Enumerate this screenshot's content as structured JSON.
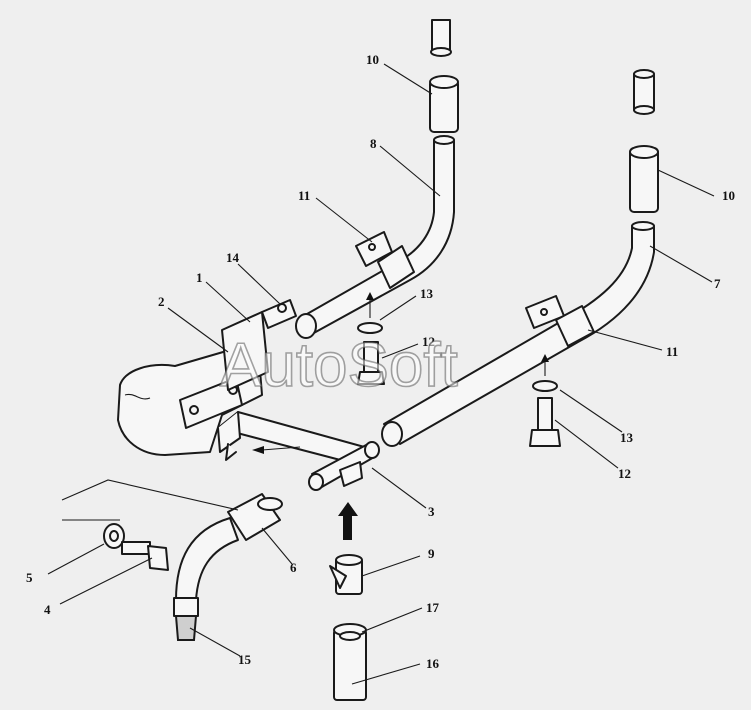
{
  "watermark": "AutoSoft",
  "callouts": [
    {
      "id": "c1",
      "text": "1"
    },
    {
      "id": "c2",
      "text": "2"
    },
    {
      "id": "c3",
      "text": "3"
    },
    {
      "id": "c4",
      "text": "4"
    },
    {
      "id": "c5",
      "text": "5"
    },
    {
      "id": "c6",
      "text": "6"
    },
    {
      "id": "c7",
      "text": "7"
    },
    {
      "id": "c8",
      "text": "8"
    },
    {
      "id": "c9",
      "text": "9"
    },
    {
      "id": "c10a",
      "text": "10"
    },
    {
      "id": "c10b",
      "text": "10"
    },
    {
      "id": "c11a",
      "text": "11"
    },
    {
      "id": "c11b",
      "text": "11"
    },
    {
      "id": "c12a",
      "text": "12"
    },
    {
      "id": "c12b",
      "text": "12"
    },
    {
      "id": "c13a",
      "text": "13"
    },
    {
      "id": "c13b",
      "text": "13"
    },
    {
      "id": "c14",
      "text": "14"
    },
    {
      "id": "c15",
      "text": "15"
    },
    {
      "id": "c16",
      "text": "16"
    },
    {
      "id": "c17",
      "text": "17"
    }
  ]
}
